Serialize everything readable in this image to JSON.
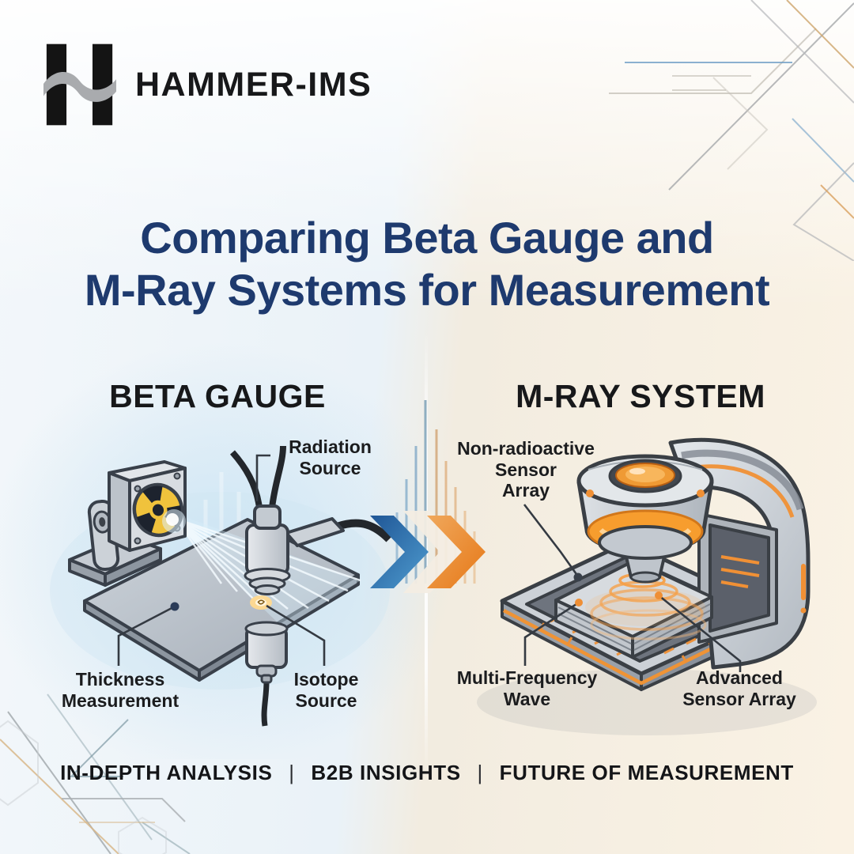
{
  "brand": {
    "name": "HAMMER-IMS"
  },
  "title": {
    "line1": "Comparing Beta Gauge and",
    "line2": "M-Ray Systems for Measurement"
  },
  "comparison": {
    "left": {
      "heading": "BETA GAUGE",
      "labels": {
        "radiation_source": "Radiation\nSource",
        "thickness_measurement": "Thickness\nMeasurement",
        "isotope_source": "Isotope\nSource"
      }
    },
    "right": {
      "heading": "M-RAY SYSTEM",
      "labels": {
        "non_radioactive_sensor_array": "Non-radioactive\nSensor\nArray",
        "multi_frequency_wave": "Multi-Frequency\nWave",
        "advanced_sensor_array": "Advanced\nSensor Array"
      }
    }
  },
  "footer": {
    "items": [
      "IN-DEPTH ANALYSIS",
      "B2B INSIGHTS",
      "FUTURE OF MEASUREMENT"
    ],
    "separator": "|"
  },
  "colors": {
    "title_navy": "#1e3a6e",
    "text_black": "#17181a",
    "bg_left": "#eaf2f8",
    "bg_right": "#faf2e4",
    "arrow_blue": "#2a6ab0",
    "arrow_orange": "#e67817",
    "radiation_yellow": "#f0c23c",
    "machine_orange": "#f09035",
    "metal_silver": "#ccd2d8"
  },
  "icons": {
    "logo": "hammer-ims-wave-h-icon",
    "radiation": "radiation-trefoil-icon",
    "arrow": "transition-chevrons-icon"
  }
}
